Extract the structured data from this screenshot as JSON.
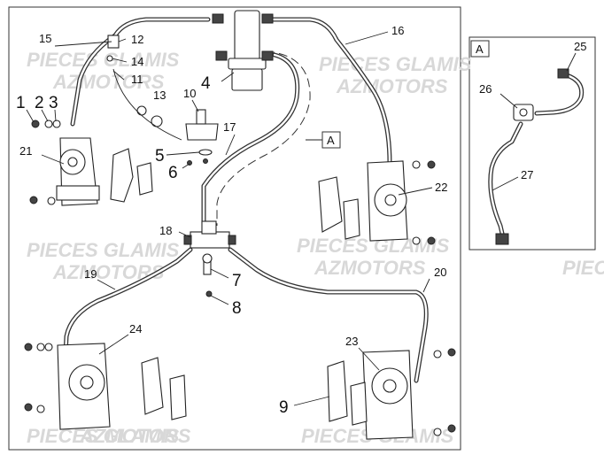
{
  "diagram": {
    "frame_main_label": "",
    "detail_box_tag": "A",
    "detail_ref_tag": "A",
    "watermarks": [
      "PIECES GLAMIS",
      "AZMOTORS"
    ],
    "callouts": [
      {
        "id": "c1",
        "text": "1"
      },
      {
        "id": "c2",
        "text": "2"
      },
      {
        "id": "c3",
        "text": "3"
      },
      {
        "id": "c4",
        "text": "4"
      },
      {
        "id": "c5",
        "text": "5"
      },
      {
        "id": "c6",
        "text": "6"
      },
      {
        "id": "c7",
        "text": "7"
      },
      {
        "id": "c8",
        "text": "8"
      },
      {
        "id": "c9",
        "text": "9"
      },
      {
        "id": "c10",
        "text": "10"
      },
      {
        "id": "c11",
        "text": "11"
      },
      {
        "id": "c12",
        "text": "12"
      },
      {
        "id": "c13",
        "text": "13"
      },
      {
        "id": "c14",
        "text": "14"
      },
      {
        "id": "c15",
        "text": "15"
      },
      {
        "id": "c16",
        "text": "16"
      },
      {
        "id": "c17",
        "text": "17"
      },
      {
        "id": "c18",
        "text": "18"
      },
      {
        "id": "c19",
        "text": "19"
      },
      {
        "id": "c20",
        "text": "20"
      },
      {
        "id": "c21",
        "text": "21"
      },
      {
        "id": "c22",
        "text": "22"
      },
      {
        "id": "c23",
        "text": "23"
      },
      {
        "id": "c24",
        "text": "24"
      },
      {
        "id": "c25",
        "text": "25"
      },
      {
        "id": "c26",
        "text": "26"
      },
      {
        "id": "c27",
        "text": "27"
      }
    ]
  }
}
